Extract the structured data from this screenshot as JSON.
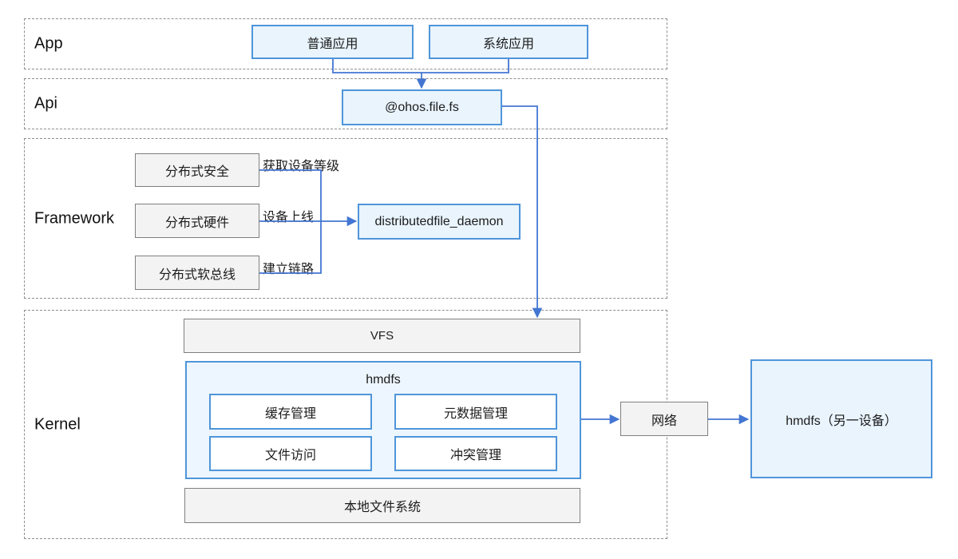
{
  "layers": {
    "app": "App",
    "api": "Api",
    "framework": "Framework",
    "kernel": "Kernel"
  },
  "boxes": {
    "normal_app": "普通应用",
    "system_app": "系统应用",
    "api_module": "@ohos.file.fs",
    "dist_security": "分布式安全",
    "dist_hardware": "分布式硬件",
    "dist_softbus": "分布式软总线",
    "daemon": "distributedfile_daemon",
    "vfs": "VFS",
    "hmdfs": "hmdfs",
    "cache_mgmt": "缓存管理",
    "meta_mgmt": "元数据管理",
    "file_access": "文件访问",
    "conflict_mgmt": "冲突管理",
    "local_fs": "本地文件系统",
    "network": "网络",
    "hmdfs_remote": "hmdfs（另一设备）"
  },
  "edge_labels": {
    "get_device_level": "获取设备等级",
    "device_online": "设备上线",
    "establish_link": "建立链路"
  },
  "colors": {
    "blue_border": "#4f95da",
    "blue_fill": "#e9f4fd",
    "hmdfs_fill": "#edf6fe",
    "gray_border": "#7f7f7f",
    "gray_fill": "#f3f3f3",
    "dashed": "#8f8f8f",
    "connector": "#4376d2",
    "text": "#1c1c1c"
  }
}
